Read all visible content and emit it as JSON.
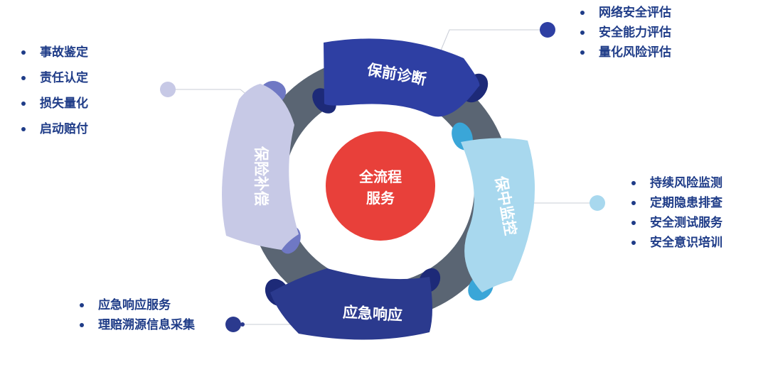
{
  "center": {
    "line1": "全流程",
    "line2": "服务"
  },
  "stages": {
    "pre_diagnosis": "保前诊断",
    "in_monitoring": "保中监控",
    "emergency_response": "应急响应",
    "insurance_compensation": "保险补偿"
  },
  "lists": {
    "top_right": [
      "网络安全评估",
      "安全能力评估",
      "量化风险评估"
    ],
    "top_left": [
      "事故鉴定",
      "责任认定",
      "损失量化",
      "启动赔付"
    ],
    "right": [
      "持续风险监测",
      "定期隐患排查",
      "安全测试服务",
      "安全意识培训"
    ],
    "bottom_left": [
      "应急响应服务",
      "理赔溯源信息采集"
    ]
  },
  "colors": {
    "ring": "#5a6573",
    "pre_diagnosis": "#2e3fa3",
    "in_monitoring": "#a8d8ee",
    "emergency_response": "#2b3a8e",
    "insurance_compensation": "#c7c9e6",
    "center": "#e8403a",
    "text_blue": "#1f3c88"
  }
}
